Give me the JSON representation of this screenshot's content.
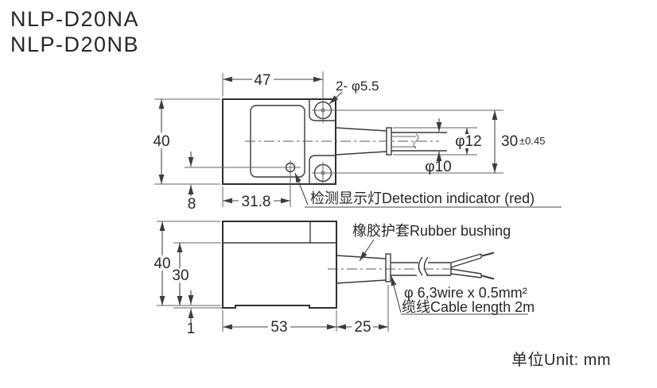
{
  "product": {
    "model_a": "NLP-D20NA",
    "model_b": "NLP-D20NB"
  },
  "unit_note": "单位Unit: mm",
  "top_view": {
    "dim_width": "47",
    "dim_height": "40",
    "dim_holes": "2- φ5.5",
    "dim_indicator_offset": "8",
    "dim_indicator_x": "31.8",
    "dim_bushing_dia": "φ12",
    "dim_cable_dia": "φ10",
    "dim_hole_pitch": "30",
    "dim_hole_pitch_tol": "±0.45",
    "label_indicator": "检测显示灯Detection indicator (red)"
  },
  "side_view": {
    "dim_height": "40",
    "dim_inner_height": "30",
    "dim_step": "1",
    "dim_body_length": "53",
    "dim_bushing_length": "25",
    "label_bushing": "橡胶护套Rubber bushing",
    "label_cable_spec": "φ 6,3wire x 0.5mm²",
    "label_cable_length": "缆线Cable length 2m"
  },
  "colors": {
    "background": "#ffffff",
    "line": "#3a3a3a",
    "text": "#2b2723"
  }
}
